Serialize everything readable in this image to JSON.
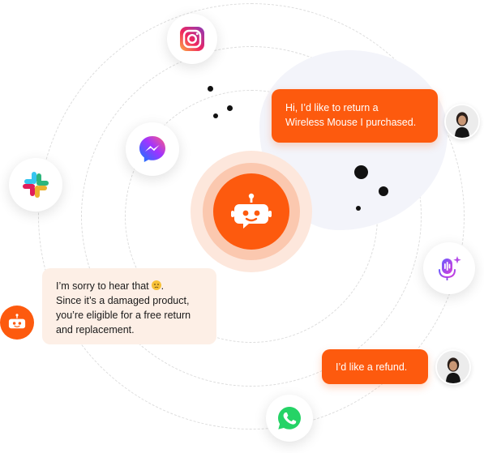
{
  "center_hub": {
    "icon": "robot-icon",
    "color": "#fd5a0e"
  },
  "channels": [
    {
      "name": "Instagram",
      "icon": "instagram-icon"
    },
    {
      "name": "Messenger",
      "icon": "messenger-icon"
    },
    {
      "name": "Slack",
      "icon": "slack-icon"
    },
    {
      "name": "Voice assistant",
      "icon": "voice-mic-icon"
    },
    {
      "name": "WhatsApp",
      "icon": "whatsapp-icon"
    }
  ],
  "conversation": [
    {
      "from": "user",
      "lines": [
        "Hi, I’d like to return a",
        "Wireless Mouse I purchased."
      ]
    },
    {
      "from": "bot",
      "lines": [
        "I’m sorry to hear that",
        "Since it’s a damaged product,",
        "you’re eligible for a free return",
        "and replacement."
      ],
      "emoji": "disappointed-face-icon"
    },
    {
      "from": "user",
      "lines": [
        "I’d like a refund."
      ]
    }
  ],
  "colors": {
    "accent": "#fd5a0e",
    "bot_bubble": "#fdefe6",
    "blob": "#f3f4fa"
  }
}
